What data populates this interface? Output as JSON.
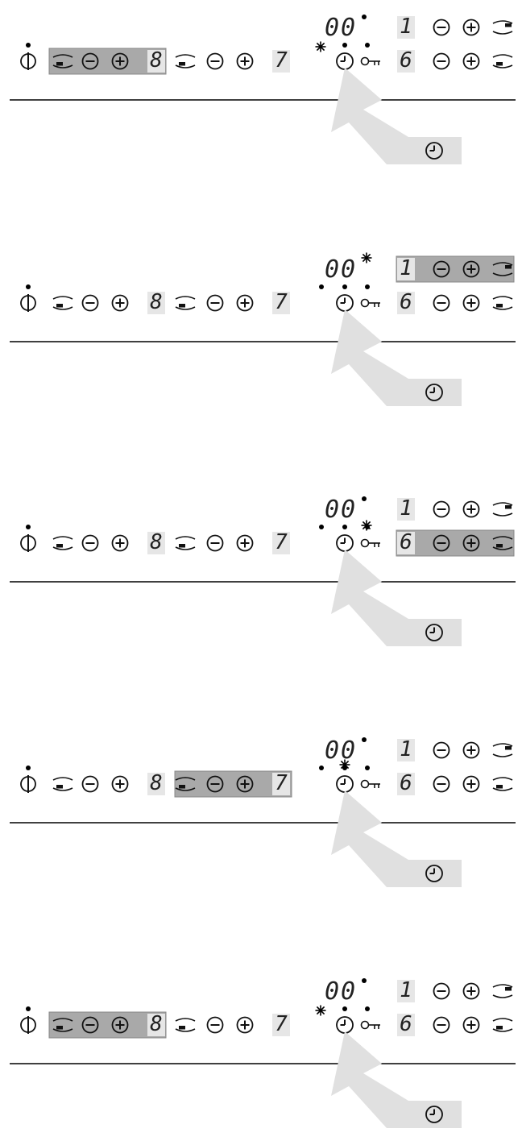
{
  "panels": [
    {
      "id": 1,
      "timer_display": "00",
      "zone_rear_right": "1",
      "zone_front_left": "8",
      "zone_rear_left": "7",
      "zone_front_right": "6",
      "highlight": "front-left",
      "flash_at": "timer-key",
      "callout_icon": "clock-icon"
    },
    {
      "id": 2,
      "timer_display": "00",
      "zone_rear_right": "1",
      "zone_front_left": "8",
      "zone_rear_left": "7",
      "zone_front_right": "6",
      "highlight": "rear-right",
      "flash_at": "timer-display",
      "callout_icon": "clock-icon"
    },
    {
      "id": 3,
      "timer_display": "00",
      "zone_rear_right": "1",
      "zone_front_left": "8",
      "zone_rear_left": "7",
      "zone_front_right": "6",
      "highlight": "front-right",
      "flash_at": "key-lock",
      "callout_icon": "clock-icon"
    },
    {
      "id": 4,
      "timer_display": "00",
      "zone_rear_right": "1",
      "zone_front_left": "8",
      "zone_rear_left": "7",
      "zone_front_right": "6",
      "highlight": "rear-left",
      "flash_at": "timer-button",
      "callout_icon": "clock-icon"
    },
    {
      "id": 5,
      "timer_display": "00",
      "zone_rear_right": "1",
      "zone_front_left": "8",
      "zone_rear_left": "7",
      "zone_front_right": "6",
      "highlight": "front-left",
      "flash_at": "timer-key",
      "callout_icon": "clock-icon"
    }
  ],
  "colors": {
    "highlight": "#a9a9a9",
    "digit_bg": "#e6e6e6",
    "arrow": "#e0e0e0",
    "line": "#000000"
  }
}
